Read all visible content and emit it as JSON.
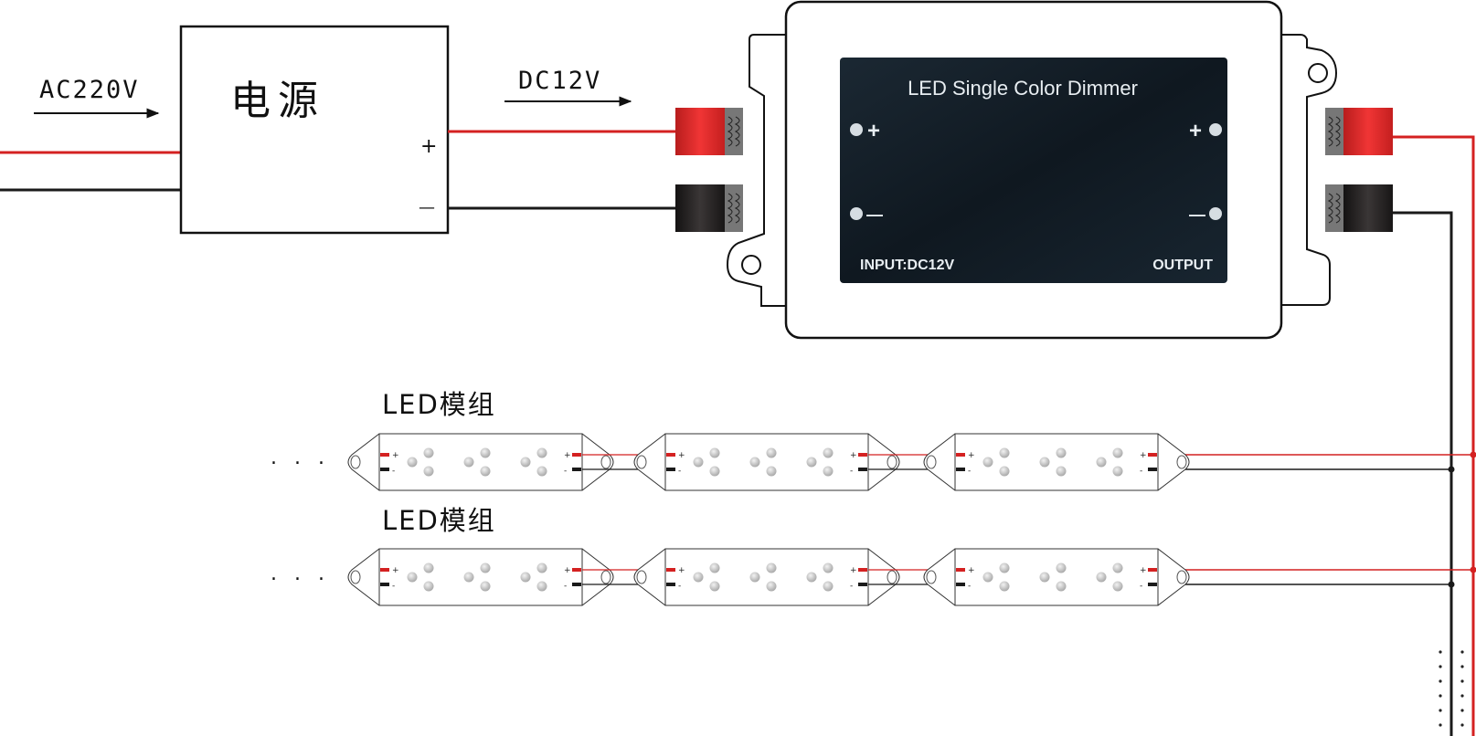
{
  "input_voltage_label": "AC220V",
  "power_supply_label": "电源",
  "power_supply_plus": "+",
  "power_supply_minus": "—",
  "output_voltage_label": "DC12V",
  "dimmer": {
    "title": "LED Single Color Dimmer",
    "input_label": "INPUT:DC12V",
    "output_label": "OUTPUT",
    "plus": "+",
    "minus": "—"
  },
  "led_module_label": "LED模组",
  "ellipsis": ". . .",
  "module_plus": "+",
  "module_minus": "-",
  "colors": {
    "positive_wire": "#d42121",
    "negative_wire": "#1a1a1a",
    "dimmer_panel": "#15202a",
    "connector_red": "#e02a2a",
    "connector_black": "#231f1f"
  }
}
